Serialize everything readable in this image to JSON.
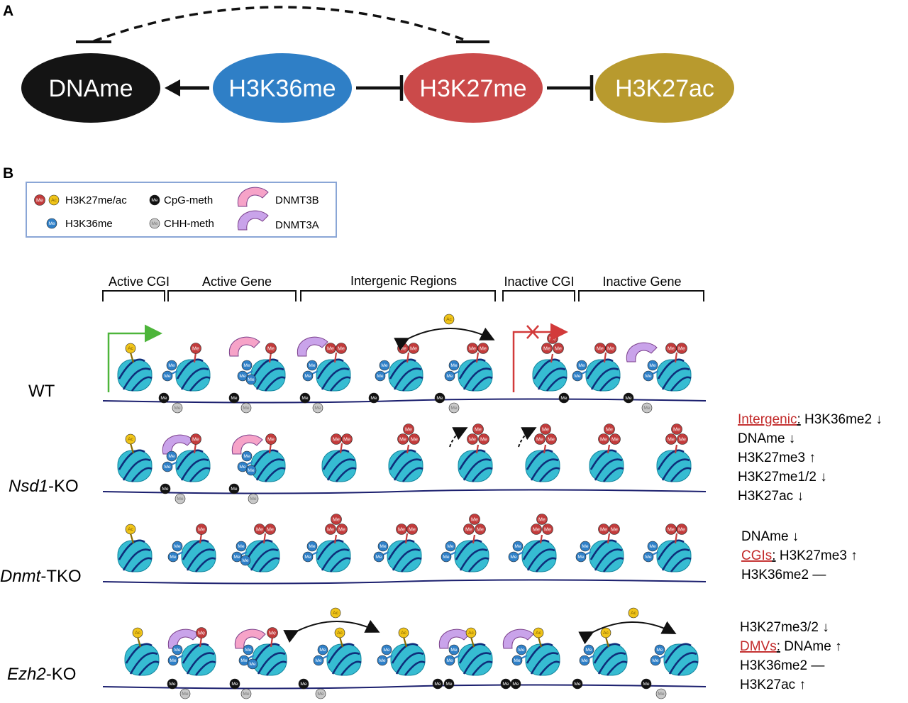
{
  "panel_a": {
    "letter": "A",
    "nodes": [
      {
        "id": "dname",
        "label": "DNAme",
        "color": "#141414",
        "text_color": "#ffffff"
      },
      {
        "id": "h3k36",
        "label": "H3K36me",
        "color": "#2f7fc6",
        "text_color": "#ffffff"
      },
      {
        "id": "h3k27me",
        "label": "H3K27me",
        "color": "#cb4a4a",
        "text_color": "#ffffff"
      },
      {
        "id": "h3k27ac",
        "label": "H3K27ac",
        "color": "#b89a2e",
        "text_color": "#ffffff"
      }
    ]
  },
  "panel_b": {
    "letter": "B",
    "legend": {
      "h3k27": "H3K27me/ac",
      "cpg": "CpG-meth",
      "dnmt3b": "DNMT3B",
      "h3k36": "H3K36me",
      "chh": "CHH-meth",
      "dnmt3a": "DNMT3A"
    },
    "regions": [
      "Active CGI",
      "Active Gene",
      "Intergenic Regions",
      "Inactive CGI",
      "Inactive Gene"
    ],
    "rows": [
      {
        "id": "wt",
        "prefix": "WT",
        "suffix": ""
      },
      {
        "id": "nsd1",
        "prefix": "Nsd1",
        "suffix": "-KO"
      },
      {
        "id": "dnmt",
        "prefix": "Dnmt",
        "suffix": "-TKO"
      },
      {
        "id": "ezh2",
        "prefix": "Ezh2",
        "suffix": "-KO"
      }
    ],
    "marks": {
      "me": "Me",
      "ac": "Ac"
    },
    "summaries": {
      "nsd1": [
        {
          "red": "Intergenic",
          "colon": ":",
          "text": " H3K36me2 ",
          "arrow": "↓"
        },
        {
          "text": "DNAme ",
          "arrow": "↓"
        },
        {
          "text": "H3K27me3 ",
          "arrow": "↑"
        },
        {
          "text": "H3K27me1/2 ",
          "arrow": "↓"
        },
        {
          "text": "H3K27ac ",
          "arrow": "↓"
        }
      ],
      "dnmt": [
        {
          "text": "DNAme ",
          "arrow": "↓"
        },
        {
          "red": "CGIs",
          "colon": ":",
          "text": " H3K27me3 ",
          "arrow": "↑"
        },
        {
          "text": "H3K36me2 ",
          "arrow": "—"
        }
      ],
      "ezh2": [
        {
          "text": "H3K27me3/2 ",
          "arrow": "↓"
        },
        {
          "red": "DMVs",
          "colon": ":",
          "text": " DNAme ",
          "arrow": "↑"
        },
        {
          "text": "H3K36me2 ",
          "arrow": "—"
        },
        {
          "text": "H3K27ac ",
          "arrow": "↑"
        }
      ]
    }
  },
  "colors": {
    "nucleosome": "#36bcd2",
    "nucleosome_dark": "#14869e",
    "band": "#0e2e7a",
    "dna": "#1b1f6e",
    "me_red": "#c23b3b",
    "me_blue": "#2f80c8",
    "ac_yellow": "#f0c419",
    "cpg": "#111111",
    "chh": "#c8c8c8",
    "dnmt3b": "#f6a3c8",
    "dnmt3a": "#c9a3ea",
    "active_arrow": "#4db53a",
    "inactive_arrow": "#d23a3a",
    "summary_red": "#c22a2a"
  }
}
